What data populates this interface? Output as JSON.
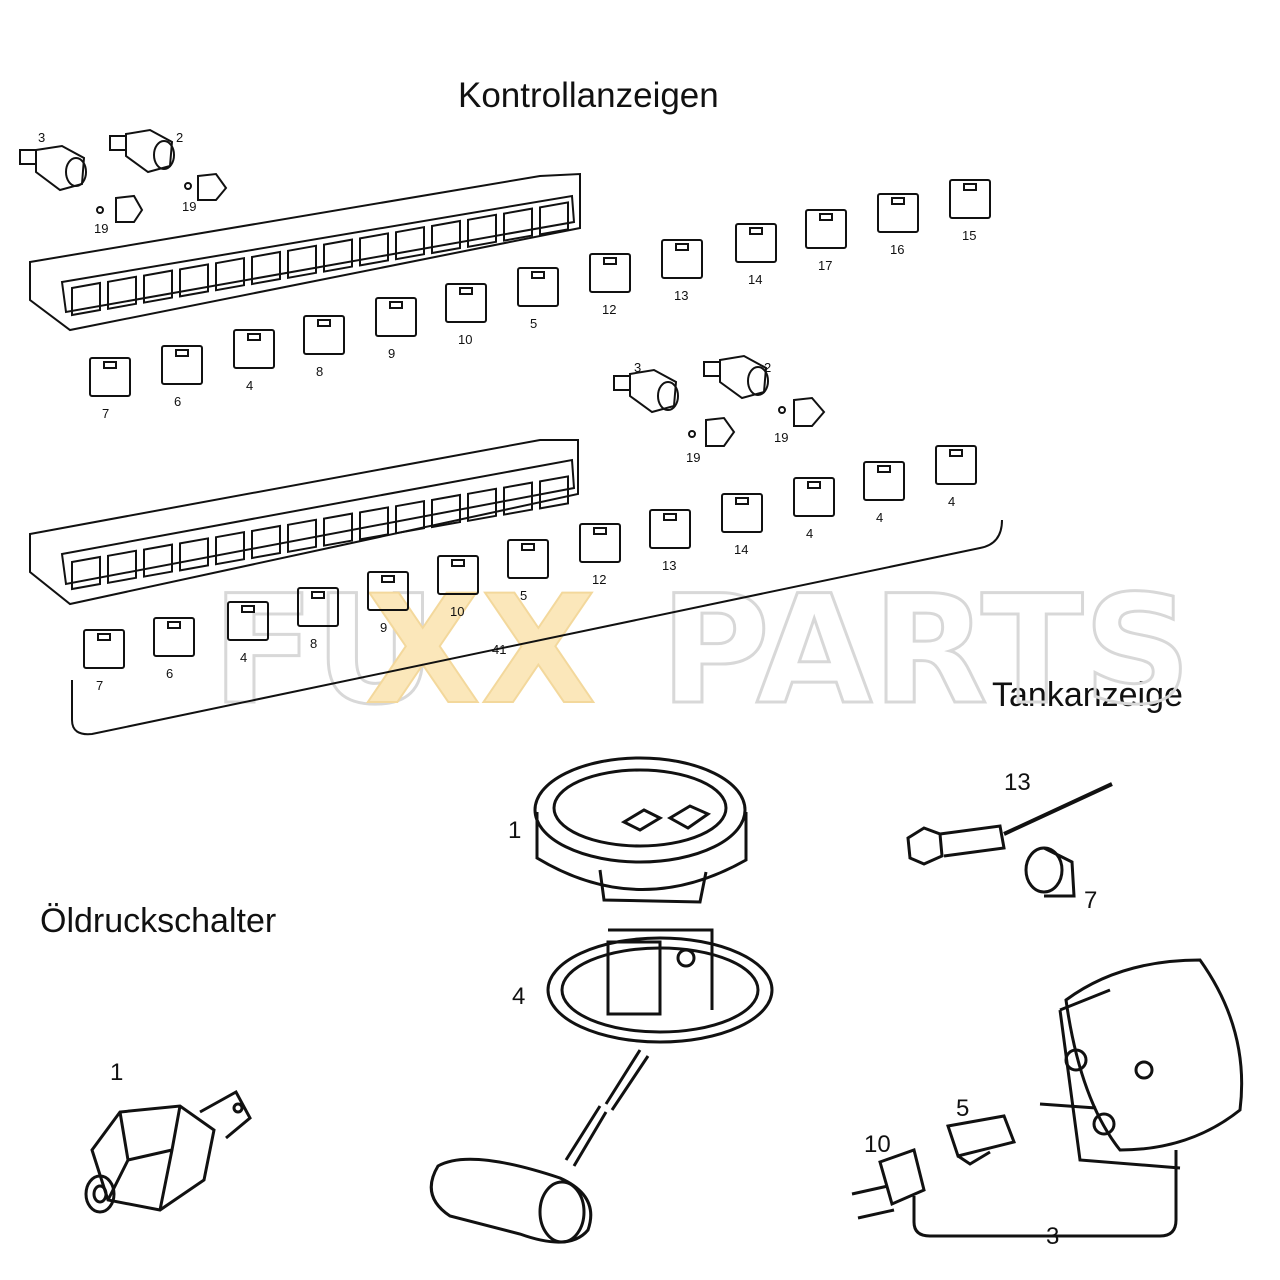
{
  "titles": {
    "kontroll": "Kontrollanzeigen",
    "tank": "Tankanzeige",
    "oel": "Öldruckschalter"
  },
  "watermark": {
    "left": "FU",
    "mid": "XX",
    "right": "PARTS"
  },
  "upper_panel": {
    "sockets": {
      "a": "3",
      "b": "2",
      "c": "19",
      "d": "19"
    },
    "row1": [
      "7",
      "6",
      "4",
      "8",
      "9",
      "10",
      "5"
    ],
    "row2": [
      "12",
      "13",
      "14",
      "17",
      "16",
      "15"
    ]
  },
  "lower_panel": {
    "sockets": {
      "a": "3",
      "b": "2",
      "c": "19",
      "d": "19"
    },
    "row1": [
      "7",
      "6",
      "4",
      "8",
      "9",
      "10",
      "5"
    ],
    "row2": [
      "12",
      "13",
      "14",
      "4",
      "4",
      "4"
    ],
    "bracket": "41"
  },
  "sender": {
    "cap": "1",
    "gasket": "4"
  },
  "gauge": {
    "wire": "13",
    "sleeve": "7",
    "bulb": "5",
    "holder": "10",
    "assembly": "3"
  },
  "switch": {
    "part": "1"
  },
  "colors": {
    "line": "#111111",
    "watermark_grey": "#e4e4e4",
    "watermark_orange": "#fbe7ba"
  }
}
